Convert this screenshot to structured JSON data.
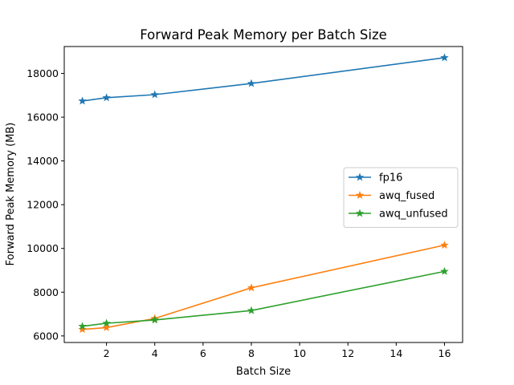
{
  "chart_data": {
    "type": "line",
    "title": "Forward Peak Memory per Batch Size",
    "xlabel": "Batch Size",
    "ylabel": "Forward Peak Memory (MB)",
    "xlim": [
      0.25,
      16.75
    ],
    "ylim": [
      5700,
      19230
    ],
    "xticks": [
      2,
      4,
      6,
      8,
      10,
      12,
      14,
      16
    ],
    "yticks": [
      6000,
      8000,
      10000,
      12000,
      14000,
      16000,
      18000
    ],
    "grid": false,
    "legend_position": "center-right",
    "marker": "star",
    "series": [
      {
        "name": "fp16",
        "color": "#1f77b4",
        "x": [
          1,
          2,
          4,
          8,
          16
        ],
        "y": [
          16740,
          16890,
          17030,
          17540,
          18720
        ]
      },
      {
        "name": "awq_fused",
        "color": "#ff7f0e",
        "x": [
          1,
          2,
          4,
          8,
          16
        ],
        "y": [
          6300,
          6380,
          6800,
          8200,
          10150
        ]
      },
      {
        "name": "awq_unfused",
        "color": "#2ca02c",
        "x": [
          1,
          2,
          4,
          8,
          16
        ],
        "y": [
          6440,
          6580,
          6730,
          7160,
          8950
        ]
      }
    ]
  }
}
